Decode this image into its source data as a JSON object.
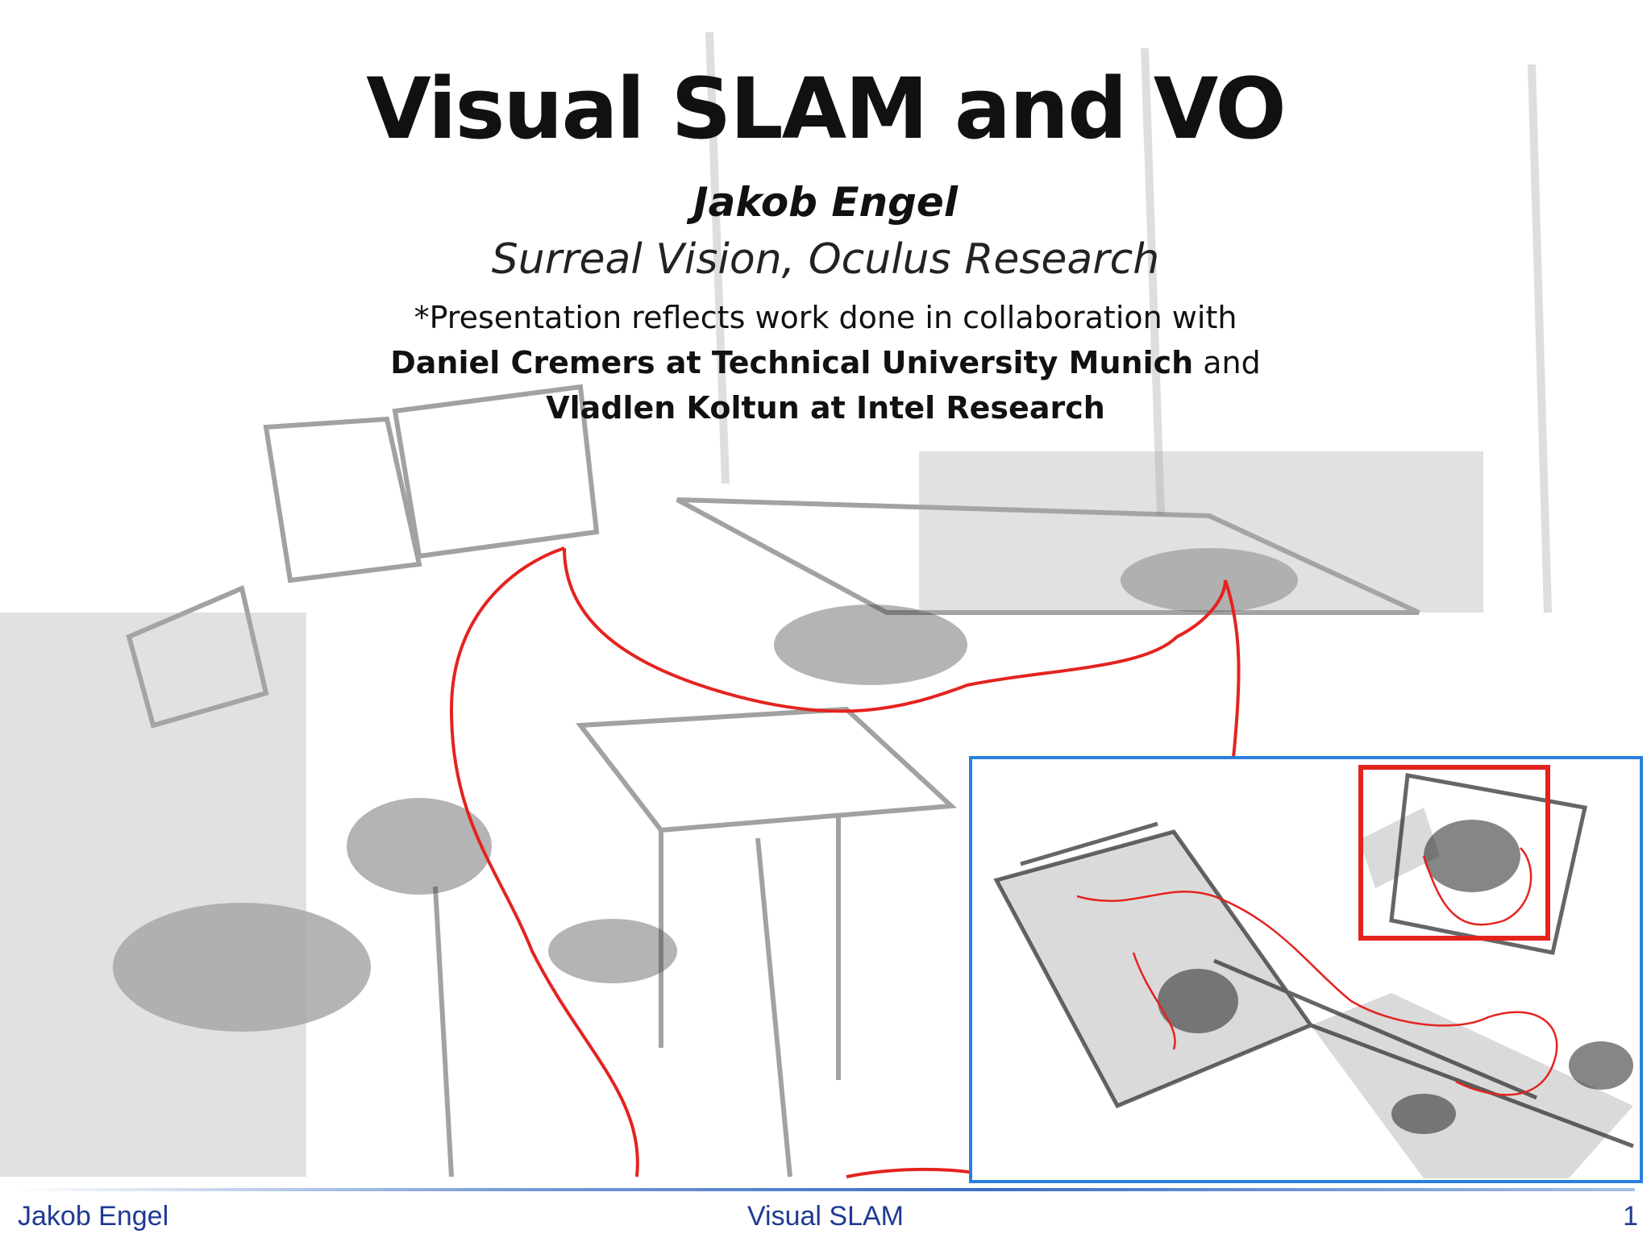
{
  "slide": {
    "title": "Visual SLAM and VO",
    "author": "Jakob Engel",
    "affiliation": "Surreal Vision, Oculus Research",
    "note_line1": "*Presentation reflects work done in collaboration with",
    "note_line2_bold": "Daniel Cremers at Technical University Munich",
    "note_line2_rest": " and",
    "note_line3_bold": "Vladlen Koltun at Intel Research"
  },
  "footer": {
    "left": "Jakob Engel",
    "center": "Visual SLAM",
    "page": "1"
  },
  "colors": {
    "trajectory": "#e4231f",
    "inset_border": "#2a7fdc",
    "footer_text": "#1f3a93"
  }
}
